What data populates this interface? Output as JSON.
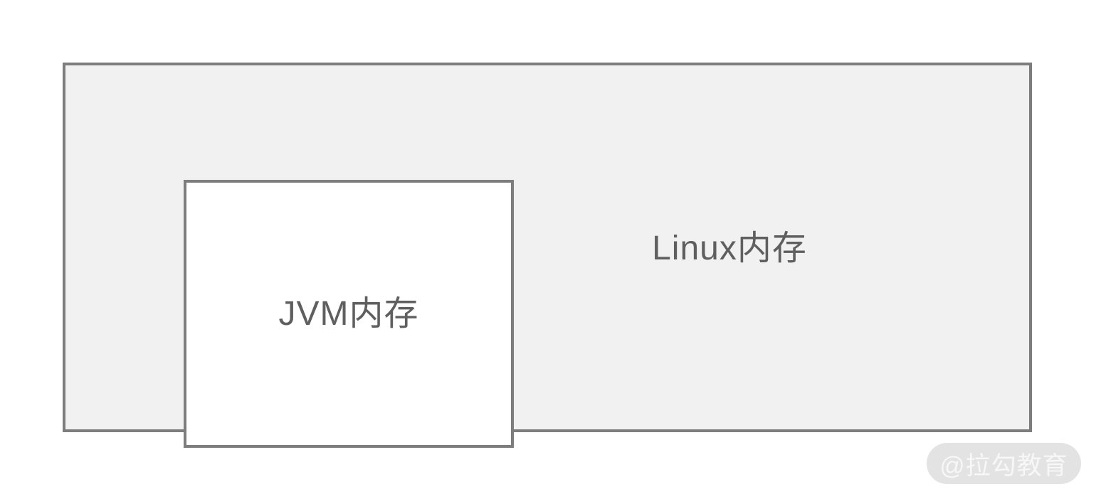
{
  "colors": {
    "page_bg": "#ffffff",
    "box_border": "#7d7d7d",
    "outer_bg": "#f1f1f2",
    "inner_bg": "#ffffff",
    "label_text": "#5f5f5f",
    "watermark_bg": "#e3e3e3",
    "watermark_text": "#f7f7f7"
  },
  "diagram": {
    "outer_box_label": "Linux内存",
    "inner_box_label": "JVM内存"
  },
  "watermark": {
    "text": "@拉勾教育"
  }
}
